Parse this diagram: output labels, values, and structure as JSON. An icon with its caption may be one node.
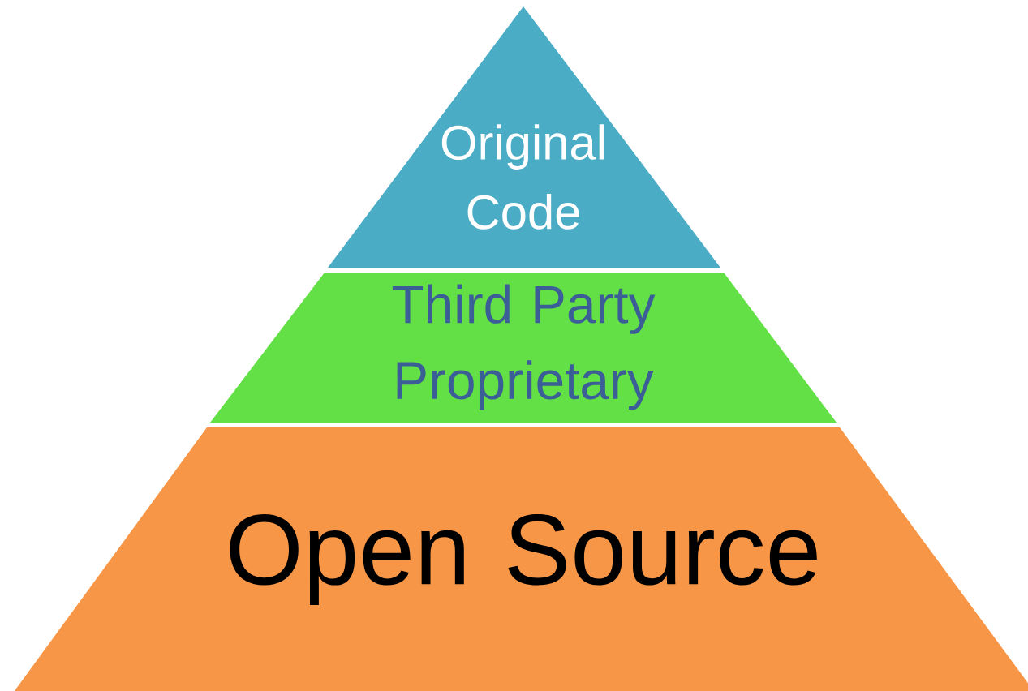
{
  "diagram": {
    "nodes": [
      {
        "text": [
          "Original Code"
        ]
      },
      {
        "text": [
          "Third Party Proprietary"
        ]
      },
      {
        "text": [
          "Open Source"
        ]
      }
    ]
  }
}
